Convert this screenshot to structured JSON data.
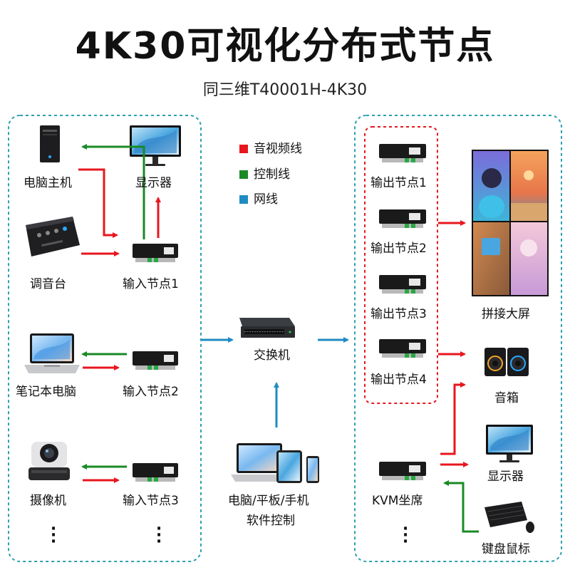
{
  "title": "4K30可视化分布式节点",
  "subtitle": "同三维T40001H-4K30",
  "legend": [
    {
      "label": "音视频线",
      "color": "#e8161e"
    },
    {
      "label": "控制线",
      "color": "#1a8a25"
    },
    {
      "label": "网线",
      "color": "#1e8bc3"
    }
  ],
  "input_side": {
    "pc_host": "电脑主机",
    "monitor": "显示器",
    "mixer": "调音台",
    "node1": "输入节点1",
    "laptop": "笔记本电脑",
    "node2": "输入节点2",
    "camera": "摄像机",
    "node3": "输入节点3"
  },
  "center": {
    "switch": "交换机",
    "control_line1": "电脑/平板/手机",
    "control_line2": "软件控制"
  },
  "output_side": {
    "node1": "输出节点1",
    "node2": "输出节点2",
    "node3": "输出节点3",
    "node4": "输出节点4",
    "video_wall": "拼接大屏",
    "speaker": "音箱",
    "monitor": "显示器",
    "kvm": "KVM坐席",
    "keyboard_mouse": "键盘鼠标"
  },
  "colors": {
    "av": "#e8161e",
    "control": "#1a8a25",
    "network": "#1e8bc3",
    "frame_dashed": "#2c9fb0",
    "output_group_dashed": "#e8161e"
  }
}
